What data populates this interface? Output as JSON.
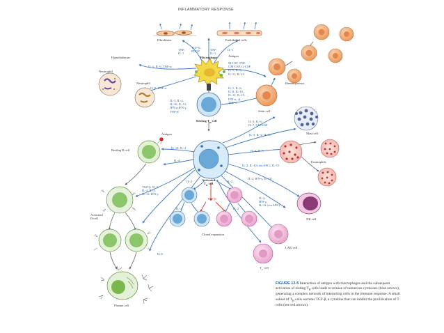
{
  "title": "INFLAMMATORY RESPONSE",
  "cells": {
    "fibroblasts": "Fibroblasts",
    "endothelial": "Endothelial cells",
    "hypothalamus": "Hypothalamus",
    "macrophage": "Macrophage",
    "neutrophil_top": "Neutrophil",
    "neutrophil": "Neutrophil",
    "antigen_top": "Antigen",
    "antigen_left": "Antigen",
    "hematopoiesis": "Hematopoiesis",
    "stem_cell": "Stem cell",
    "resting_th": "Resting T",
    "resting_th_sub": "H",
    "resting_th_end": " cell",
    "resting_b": "Resting B cell",
    "mast": "Mast cell",
    "eosinophils": "Eosinophils",
    "activated_th_1": "Activated",
    "activated_th_2": "T",
    "activated_th_sub": "H",
    "activated_th_end": " cell",
    "activated_b_1": "Activated",
    "activated_b_2": "B cell",
    "clonal": "Clonal expansion",
    "nk": "NK cell",
    "lak": "LAK cell",
    "tc": "T",
    "tc_sub": "C",
    "tc_end": " cell",
    "plasma": "Plasma cell"
  },
  "cytokines": {
    "mac_fib": "TNF,\nIL-1",
    "mac_fib2": "TGF-β,\nPDGF",
    "mac_endo": "TNF\nIL-1",
    "mac_endo2": "IL-1",
    "mac_hypo": "IL-1, IL-6, TNF-α",
    "mac_neut": "IL-8, TNF-α",
    "mac_hema": "M-CSF, TNF,\nGM-CSF, G-CSF\nIL-1, IL-6,\nIL-11, IL-12",
    "th_mac": "IL-3, IL-4,\nIL-10, IL-13,\nIFN-α,IFN-γ,\nTNF-β",
    "th_stem": "IL-1, IL-6,\nIL-8, IL-10,\nIL-12, IL-15,\nIFN-α, -β,\nTNF-α",
    "th_stem2": "IL-3, IL-6,\nIL-7, GM-CSF",
    "th_mast": "IL-3, IL-4, IL-10",
    "th_eos": "IL-3, IL-5",
    "th_nk": "IL-2, IL-12 (via APC), IL-15",
    "th_nk2": "IL-2, IFN-γ, IL-18",
    "th_lak": "IL-2,\nIFN-γ,\nIL-12 (via APC)",
    "th_b": "IL-10, IL-4",
    "th_b2": "IL-4",
    "b_act": "TGF-β, IL-2,\nIL-4, IL-5,\nIL-13, IFN-γ",
    "il2_a": "IL-2",
    "il2_b": "IL-2",
    "il2_c": "IL-2",
    "il2_d": "IL-2",
    "tgfb": "TGF-β",
    "il6": "IL-6"
  },
  "caption": {
    "head": "FIGURE 12-5",
    "text1": "Interaction of antigen with macrophages and the subsequent activation of resting T",
    "sub1": "H",
    "text2": " cells leads to release of numerous cytokines (blue arrows), generating a complex network of interacting cells in the immune response. A small subset of T",
    "sub2": "H",
    "text3": " cells secretes TGF-β, a cytokine that can inhibit the proliferation of T cells (see red arrows)."
  },
  "colors": {
    "arrow_blue": "#3c78c0",
    "arrow_red": "#c43a2e",
    "macrophage": "#f1d64a",
    "stem": "#f3a56d",
    "th": "#6aa8d8",
    "b": "#9fcf80",
    "plasma": "#8bc66a",
    "pink": "#e8a7cf",
    "eos_bg": "#f3c8c8",
    "mast": "#7a8fb5"
  }
}
